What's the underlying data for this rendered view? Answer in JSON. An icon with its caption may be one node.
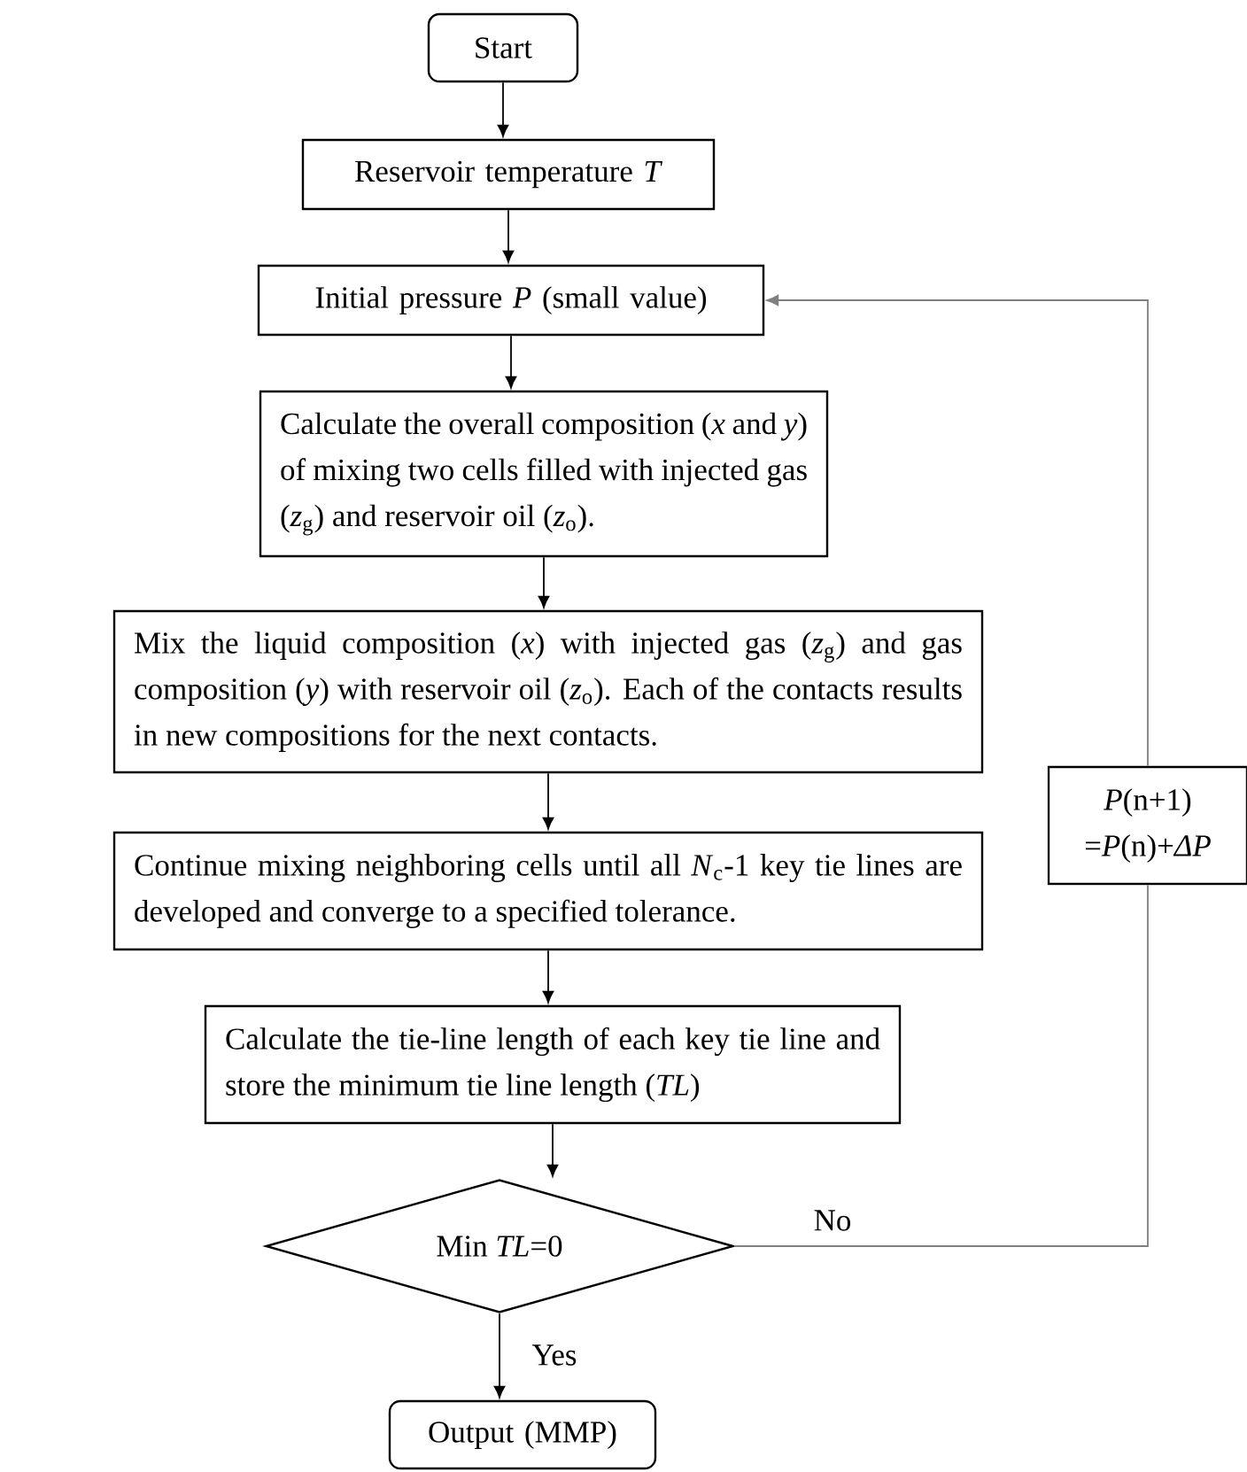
{
  "diagram": {
    "nodes": [
      {
        "text": [
          "Start"
        ]
      },
      {
        "text": [
          "Reservoir temperature *T*"
        ]
      },
      {
        "text": [
          "Initial pressure *P* (small value)"
        ]
      },
      {
        "text": [
          "Calculate the overall composition (*x* and *y*) of mixing two cells filled with injected gas (*z*$_{g}$) and reservoir oil (*z*$_{o}$)."
        ]
      },
      {
        "text": [
          "Mix the liquid composition (*x*) with injected gas (*z*$_{g}$) and gas composition (*y*) with reservoir oil (*z*$_{o}$). Each of the contacts results in new compositions for the next contacts."
        ]
      },
      {
        "text": [
          "Continue mixing neighboring cells until all *N*$_{c}$-1 key tie lines are developed and converge to a specified tolerance."
        ]
      },
      {
        "text": [
          "Calculate the tie-line length of each key tie line and store the minimum tie line length (*TL*)"
        ]
      },
      {
        "text": [
          "Min *TL*=0"
        ]
      },
      {
        "text": [
          "Output (MMP)"
        ]
      },
      {
        "text": [
          "*P*(n+1) =*P*(n)+*ΔP*"
        ]
      }
    ],
    "edges": [
      {
        "from": 0,
        "to": 1,
        "arrow": "to"
      },
      {
        "from": 1,
        "to": 2,
        "arrow": "to"
      },
      {
        "from": 2,
        "to": 3,
        "arrow": "to"
      },
      {
        "from": 3,
        "to": 4,
        "arrow": "to"
      },
      {
        "from": 4,
        "to": 5,
        "arrow": "to"
      },
      {
        "from": 5,
        "to": 6,
        "arrow": "to"
      },
      {
        "from": 6,
        "to": 7,
        "arrow": "to"
      },
      {
        "from": 7,
        "to": 8,
        "arrow": "to",
        "label": "Yes"
      },
      {
        "from": 7,
        "to": 9,
        "arrow": "none",
        "label": "No",
        "color": "#7f7f7f"
      },
      {
        "from": 9,
        "to": 2,
        "arrow": "to",
        "color": "#7f7f7f"
      }
    ]
  }
}
